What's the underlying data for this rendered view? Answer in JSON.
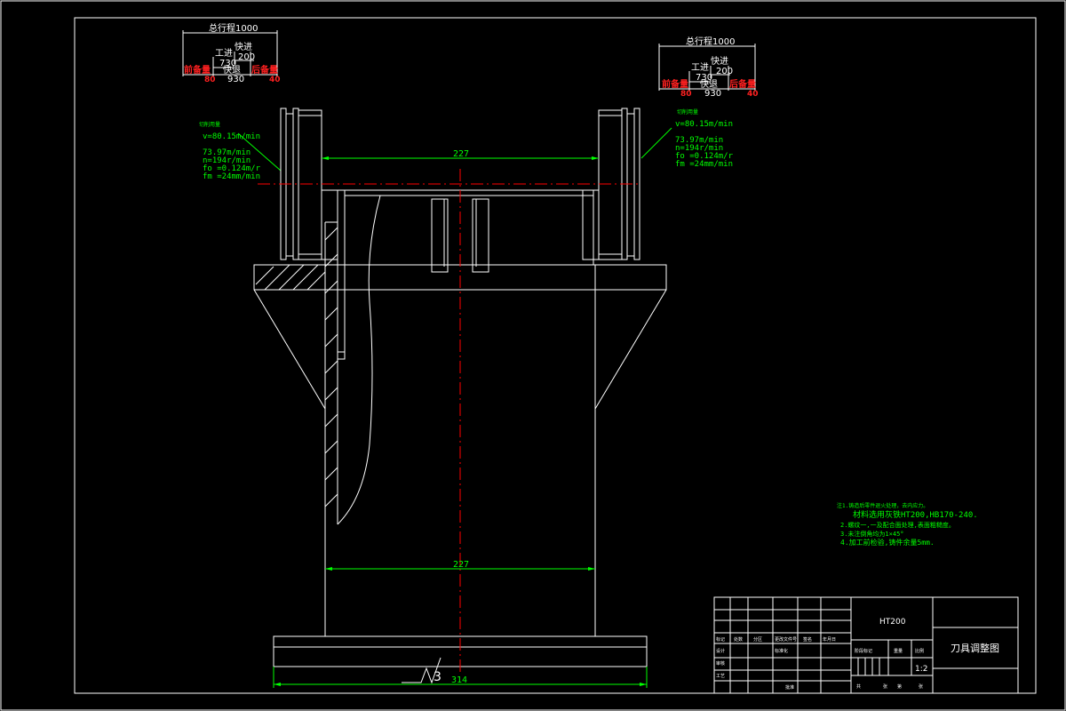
{
  "title_block": {
    "material": "HT200",
    "drawing_title": "刀具调整图",
    "scale": "1:2",
    "row_labels": [
      "标记",
      "处数",
      "分区",
      "更改文件号",
      "签名",
      "年月日",
      "设计",
      "标准化",
      "阶段标记",
      "重量",
      "比例",
      "审核",
      "工艺",
      "批准"
    ],
    "sheet_labels": [
      "共",
      "张",
      "第",
      "张"
    ]
  },
  "travel_left": {
    "total_label": "总行程1000",
    "work_feed_label": "工进",
    "work_feed_value": "730",
    "fast_feed_label": "快进",
    "fast_feed_value": "200",
    "fast_return_label": "快退",
    "fast_return_value": "930",
    "front_label": "前备量",
    "front_value": "80",
    "rear_label": "后备量",
    "rear_value": "40"
  },
  "travel_right": {
    "total_label": "总行程1000",
    "work_feed_label": "工进",
    "work_feed_value": "730",
    "fast_feed_label": "快进",
    "fast_feed_value": "200",
    "fast_return_label": "快退",
    "fast_return_value": "930",
    "front_label": "前备量",
    "front_value": "80",
    "rear_label": "后备量",
    "rear_value": "40"
  },
  "cutting_left": {
    "heading": "切削用量",
    "lines": [
      "v=80.15m/min",
      "73.97m/min",
      "n=194r/min",
      "fo =0.124m/r",
      "fm =24mm/min"
    ]
  },
  "cutting_right": {
    "heading": "切削用量",
    "lines": [
      "v=80.15m/min",
      "73.97m/min",
      "n=194r/min",
      "fo =0.124m/r",
      "fm =24mm/min"
    ]
  },
  "dimensions": {
    "top_width": "227",
    "lower_width": "227",
    "base_width": "314",
    "roughness": "3"
  },
  "notes": {
    "lines": [
      "注1.铸造后零件退火处理，去内应力。",
      "材料选用灰铁HT200,HB170-240.",
      "2.螺纹一,一及配合面处理,表面粗糙度。",
      "3.未注倒角均为1×45°",
      "4.加工前检验,铸件余量5mm."
    ]
  },
  "colors": {
    "background": "#000000",
    "outline": "#ffffff",
    "annotation": "#00ff00",
    "centerline": "#ff0000"
  }
}
